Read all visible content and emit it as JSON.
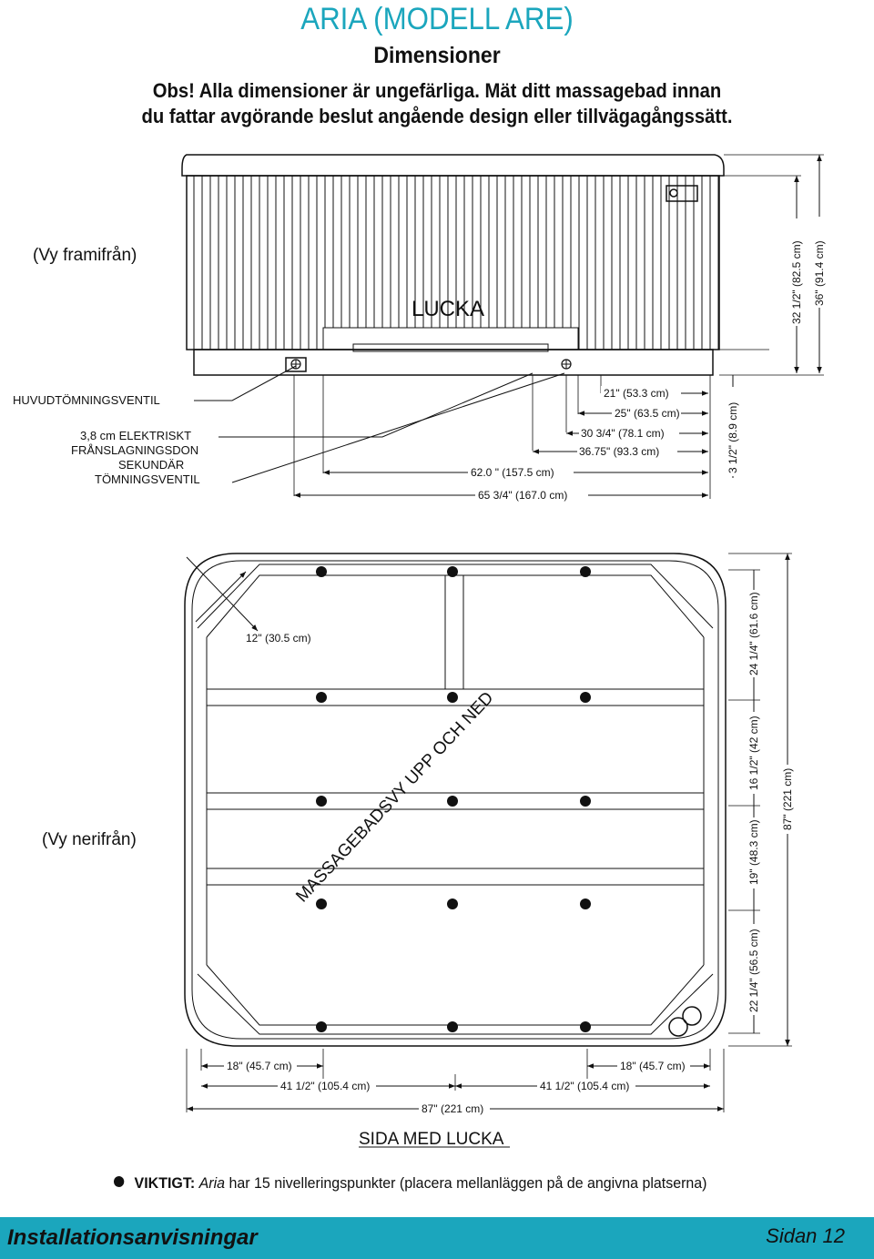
{
  "header": {
    "title": "ARIA (MODELL ARE)",
    "subtitle": "Dimensioner",
    "notice_line1": "Obs! Alla dimensioner är ungefärliga. Mät ditt massagebad innan",
    "notice_line2": "du fattar avgörande beslut angående design eller tillvägagångssätt."
  },
  "front_view": {
    "view_label": "(Vy framifrån)",
    "panel_label": "LUCKA",
    "main_drain_label": "HUVUDTÖMNINGSVENTIL",
    "disconnect_label_1": "3,8 cm ELEKTRISKT",
    "disconnect_label_2": "FRÅNSLAGNINGSDON",
    "secondary_drain_label_1": "SEKUNDÄR",
    "secondary_drain_label_2": "TÖMNINGSVENTIL",
    "dims": {
      "d21": "21\" (53.3 cm)",
      "d25": "25\" (63.5 cm)",
      "d30": "30 3/4\" (78.1 cm)",
      "d36": "36.75\" (93.3 cm)",
      "d62": "62.0 \" (157.5 cm)",
      "d65": "65 3/4\" (167.0 cm)",
      "h3": "3 1/2\" (8.9 cm)",
      "h32": "32 1/2\" (82.5 cm)",
      "h36": "36\" (91.4 cm)"
    }
  },
  "bottom_view": {
    "view_label": "(Vy nerifrån)",
    "corner_dim": "12\" (30.5 cm)",
    "diagonal_label": "MASSAGEBADSVY UPP OCH NED",
    "side_label": "SIDA MED LUCKA",
    "dims": {
      "r24": "24 1/4\" (61.6 cm)",
      "r16": "16 1/2\" (42 cm)",
      "r19": "19\" (48.3 cm)",
      "r22": "22 1/4\" (56.5 cm)",
      "r87": "87\" (221 cm)",
      "b18l": "18\" (45.7 cm)",
      "b18r": "18\" (45.7 cm)",
      "b41l": "41 1/2\" (105.4 cm)",
      "b41r": "41 1/2\" (105.4 cm)",
      "b87": "87\" (221 cm)"
    }
  },
  "important": {
    "prefix": "VIKTIGT:",
    "model": "Aria",
    "word": "har",
    "text": "15 nivelleringspunkter (placera mellanläggen på de angivna platserna)"
  },
  "footer": {
    "left": "Installationsanvisningar",
    "right": "Sidan 12"
  },
  "colors": {
    "accent": "#1ba6bd",
    "ink": "#111111"
  }
}
